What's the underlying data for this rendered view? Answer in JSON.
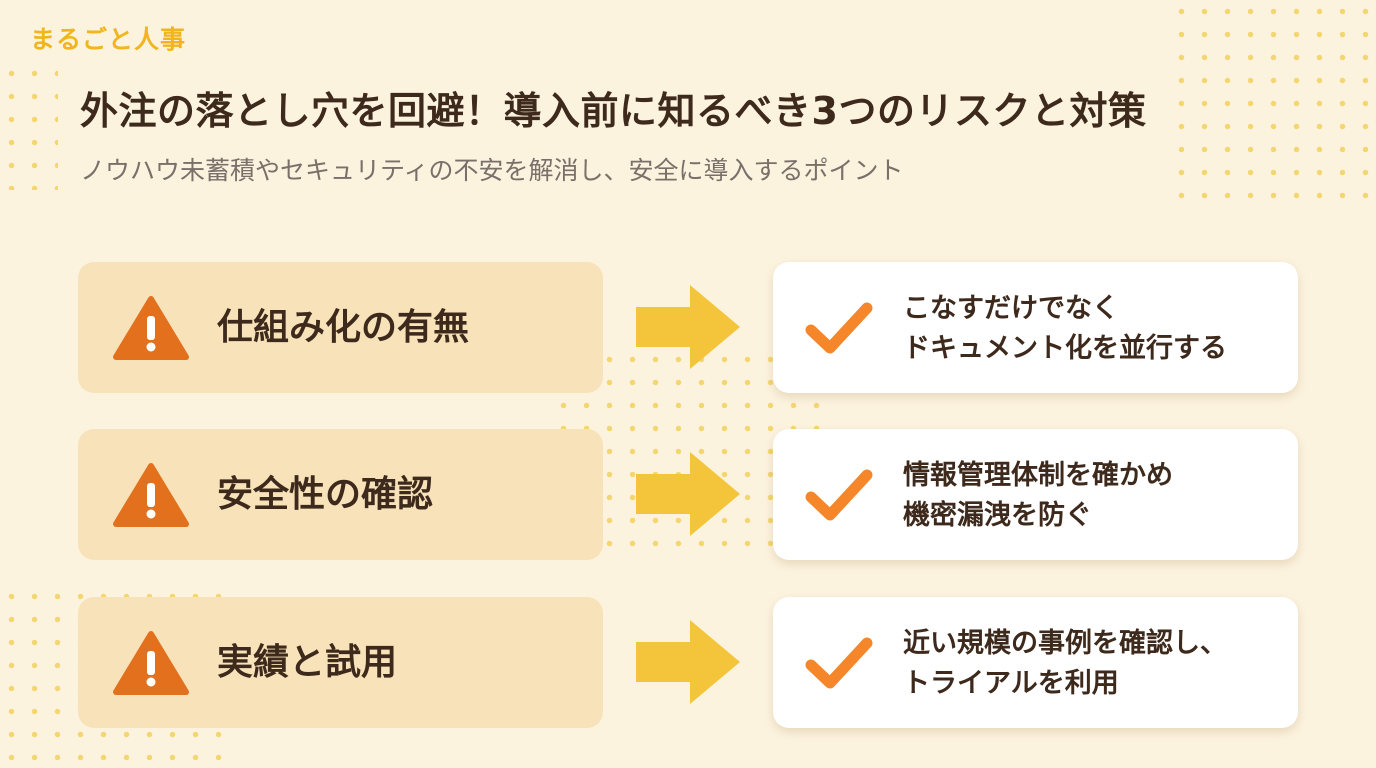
{
  "brand": "まるごと人事",
  "title": "外注の落とし穴を回避！導入前に知るべき3つのリスクと対策",
  "subtitle": "ノウハウ未蓄積やセキュリティの不安を解消し、安全に導入するポイント",
  "colors": {
    "background": "#fcf3df",
    "brand": "#f2b51e",
    "dots": "#f2d15c",
    "risk_box": "#f8e2b9",
    "warning_icon": "#e2701d",
    "arrow": "#f4c53a",
    "check": "#f5872a",
    "text": "#3e2a1c"
  },
  "rows": [
    {
      "risk_icon": "warning-triangle-icon",
      "risk": "仕組み化の有無",
      "arrow_icon": "right-arrow-icon",
      "solution_icon": "checkmark-icon",
      "solution_line1": "こなすだけでなく",
      "solution_line2": "ドキュメント化を並行する"
    },
    {
      "risk_icon": "warning-triangle-icon",
      "risk": "安全性の確認",
      "arrow_icon": "right-arrow-icon",
      "solution_icon": "checkmark-icon",
      "solution_line1": "情報管理体制を確かめ",
      "solution_line2": "機密漏洩を防ぐ"
    },
    {
      "risk_icon": "warning-triangle-icon",
      "risk": "実績と試用",
      "arrow_icon": "right-arrow-icon",
      "solution_icon": "checkmark-icon",
      "solution_line1": "近い規模の事例を確認し、",
      "solution_line2": "トライアルを利用"
    }
  ]
}
